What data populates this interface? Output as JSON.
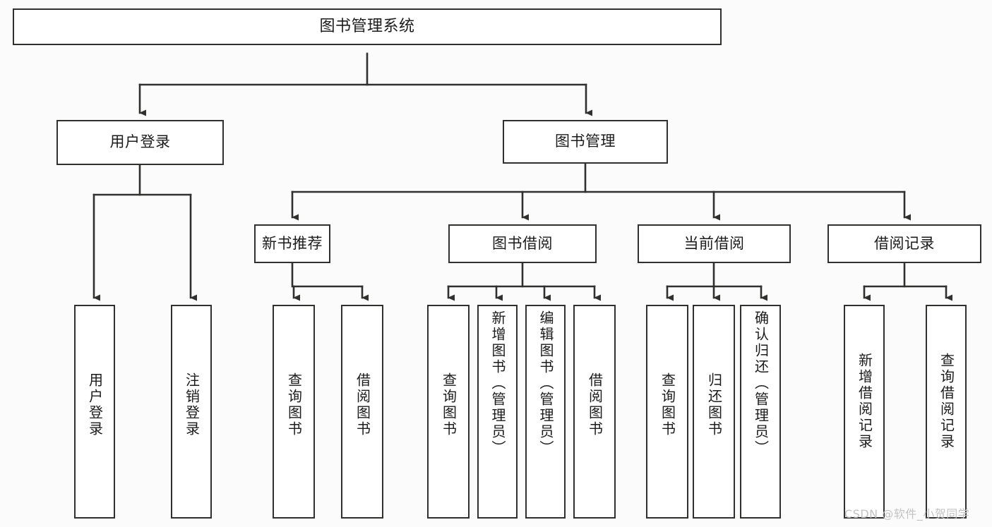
{
  "diagram": {
    "type": "tree",
    "title": "图书管理系统",
    "root": {
      "label": "图书管理系统"
    },
    "level2": [
      {
        "label": "用户登录"
      },
      {
        "label": "图书管理"
      }
    ],
    "level3": [
      {
        "label": "新书推荐"
      },
      {
        "label": "图书借阅"
      },
      {
        "label": "当前借阅"
      },
      {
        "label": "借阅记录"
      }
    ],
    "leaves": {
      "user_login": [
        {
          "label": "用户登录"
        },
        {
          "label": "注销登录"
        }
      ],
      "new_book": [
        {
          "label": "查询图书"
        },
        {
          "label": "借阅图书"
        }
      ],
      "book_borrow": [
        {
          "label": "查询图书"
        },
        {
          "label": "新增图书（管理员）"
        },
        {
          "label": "编辑图书（管理员）"
        },
        {
          "label": "借阅图书"
        }
      ],
      "current_borrow": [
        {
          "label": "查询图书"
        },
        {
          "label": "归还图书"
        },
        {
          "label": "确认归还（管理员）"
        }
      ],
      "borrow_record": [
        {
          "label": "新增借阅记录"
        },
        {
          "label": "查询借阅记录"
        }
      ]
    }
  },
  "watermark": {
    "text": "CSDN @软件_小贺同学"
  },
  "colors": {
    "stroke": "#30302f",
    "text": "#1b1b1b",
    "background": "#fbfbfb",
    "node_fill": "#ffffff",
    "watermark": "#c2c2c2"
  }
}
